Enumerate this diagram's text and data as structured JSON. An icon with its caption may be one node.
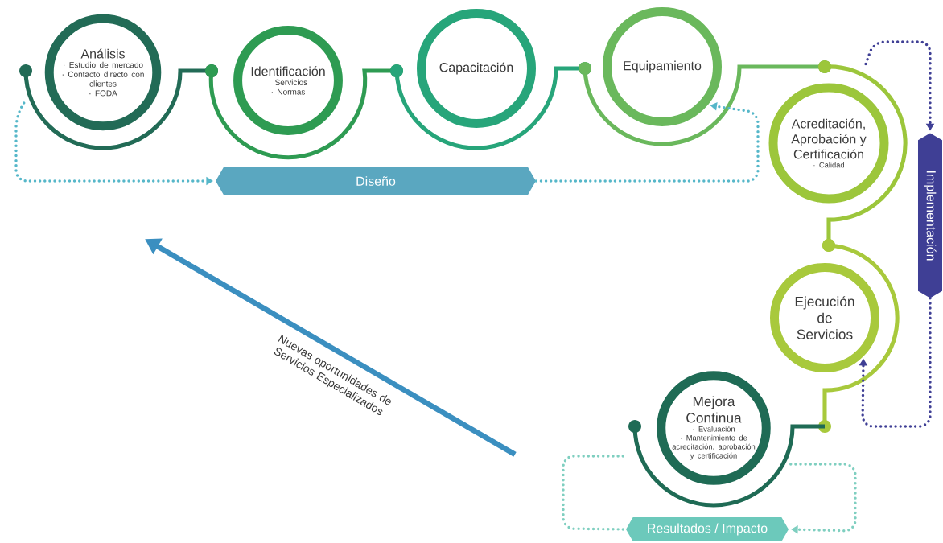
{
  "diagram": {
    "nodes": [
      {
        "text": [
          "Análisis",
          "· Estudio de mercado",
          "· Contacto directo con clientes",
          "· FODA"
        ]
      },
      {
        "text": [
          "Identificación",
          "· Servicios",
          "· Normas"
        ]
      },
      {
        "text": [
          "Capacitación"
        ]
      },
      {
        "text": [
          "Equipamiento"
        ]
      },
      {
        "text": [
          "Acreditación, Aprobación y Certificación",
          "· Calidad"
        ]
      },
      {
        "text": [
          "Ejecución de Servicios"
        ]
      },
      {
        "text": [
          "Mejora Continua",
          "· Evaluación",
          "· Mantenimiento de acreditación, aprobación y certificación"
        ]
      },
      {
        "text": [
          "Diseño"
        ]
      },
      {
        "text": [
          "Implementación"
        ]
      },
      {
        "text": [
          "Resultados / Impacto"
        ]
      }
    ],
    "edges": [
      {
        "from": 0,
        "to": 1,
        "arrow": "other",
        "color": "#226b56"
      },
      {
        "from": 1,
        "to": 2,
        "arrow": "other",
        "color": "#2e9b52"
      },
      {
        "from": 2,
        "to": 3,
        "arrow": "other",
        "color": "#27a57a"
      },
      {
        "from": 3,
        "to": 4,
        "arrow": "other",
        "color": "#6ab85c"
      },
      {
        "from": 4,
        "to": 5,
        "arrow": "other",
        "color": "#9cc63b"
      },
      {
        "from": 5,
        "to": 6,
        "arrow": "other",
        "color": "#a8c93c"
      },
      {
        "from": 0,
        "to": 7,
        "arrow": "to",
        "style": "dashed",
        "color": "#56b7c9"
      },
      {
        "from": 7,
        "to": 3,
        "arrow": "to",
        "style": "dashed",
        "color": "#56b7c9"
      },
      {
        "from": 4,
        "to": 8,
        "arrow": "to",
        "style": "dashed",
        "color": "#3f3f95"
      },
      {
        "from": 8,
        "to": 5,
        "arrow": "to",
        "style": "dashed",
        "color": "#3f3f95"
      },
      {
        "from": 6,
        "to": 9,
        "arrow": "none",
        "style": "dashed",
        "color": "#7fcfc0"
      },
      {
        "from": 6,
        "to": 9,
        "arrow": "to",
        "style": "dashed",
        "color": "#7fcfc0"
      }
    ],
    "labels": [
      "Nuevas oportunidades de Servicios Especializados"
    ]
  }
}
